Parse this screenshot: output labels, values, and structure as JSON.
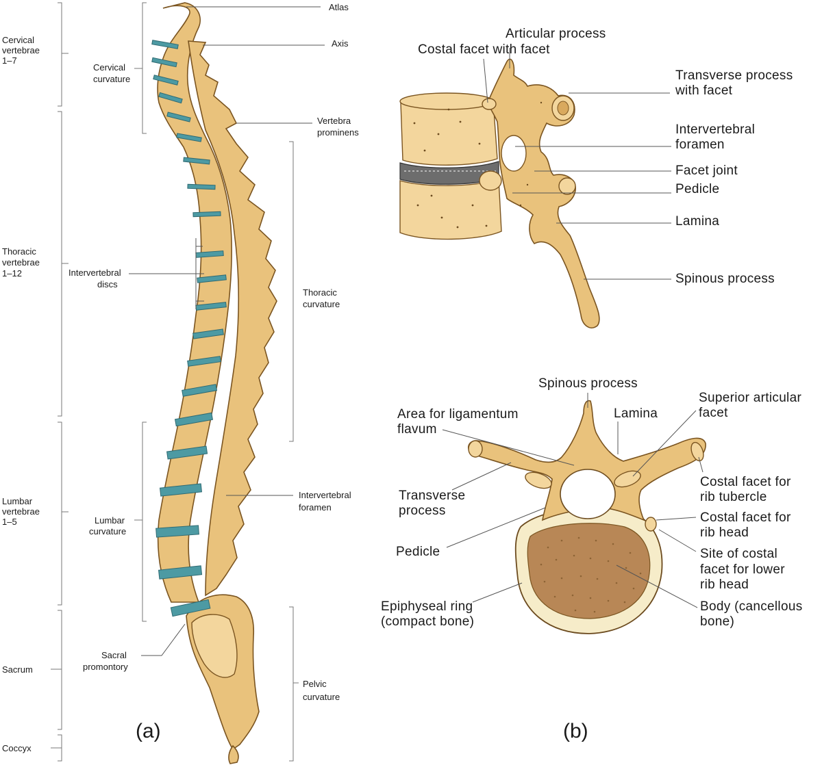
{
  "colors": {
    "bone": "#e9c27c",
    "bone_shadow": "#b8863f",
    "disc": "#4d9aa3",
    "line": "#555555"
  },
  "panel_a": {
    "label": "(a)",
    "regions": {
      "cervical": [
        "Cervical",
        "vertebrae",
        "1–7"
      ],
      "thoracic": [
        "Thoracic",
        "vertebrae",
        "1–12"
      ],
      "lumbar": [
        "Lumbar",
        "vertebrae",
        "1–5"
      ],
      "sacrum": "Sacrum",
      "coccyx": "Coccyx"
    },
    "curvatures": {
      "cervical": [
        "Cervical",
        "curvature"
      ],
      "thoracic": [
        "Thoracic",
        "curvature"
      ],
      "lumbar": [
        "Lumbar",
        "curvature"
      ],
      "pelvic": [
        "Pelvic",
        "curvature"
      ]
    },
    "labels": {
      "atlas": "Atlas",
      "axis": "Axis",
      "vertebra_prominens": [
        "Vertebra",
        "prominens"
      ],
      "intervertebral_discs": [
        "Intervertebral",
        "discs"
      ],
      "intervertebral_foramen": [
        "Intervertebral",
        "foramen"
      ],
      "sacral_promontory": [
        "Sacral",
        "promontory"
      ]
    }
  },
  "panel_b": {
    "label": "(b)",
    "lateral": {
      "articular_process": "Articular process",
      "costal_facet": "Costal facet with facet",
      "transverse_process": [
        "Transverse process",
        "with facet"
      ],
      "intervertebral_foramen": [
        "Intervertebral",
        "foramen"
      ],
      "facet_joint": "Facet joint",
      "pedicle": "Pedicle",
      "lamina": "Lamina",
      "spinous_process": "Spinous process"
    },
    "superior": {
      "spinous_process": "Spinous process",
      "area_ligamentum": [
        "Area for ligamentum",
        "flavum"
      ],
      "lamina": "Lamina",
      "superior_articular_facet": [
        "Superior articular",
        "facet"
      ],
      "transverse_process": [
        "Transverse",
        "process"
      ],
      "costal_facet_tubercle": [
        "Costal facet for",
        "rib tubercle"
      ],
      "costal_facet_head": [
        "Costal facet for",
        "rib head"
      ],
      "site_costal_facet": [
        "Site of costal",
        "facet for lower",
        "rib head"
      ],
      "pedicle": "Pedicle",
      "epiphyseal_ring": [
        "Epiphyseal ring",
        "(compact bone)"
      ],
      "body": [
        "Body (cancellous",
        "bone)"
      ]
    }
  }
}
